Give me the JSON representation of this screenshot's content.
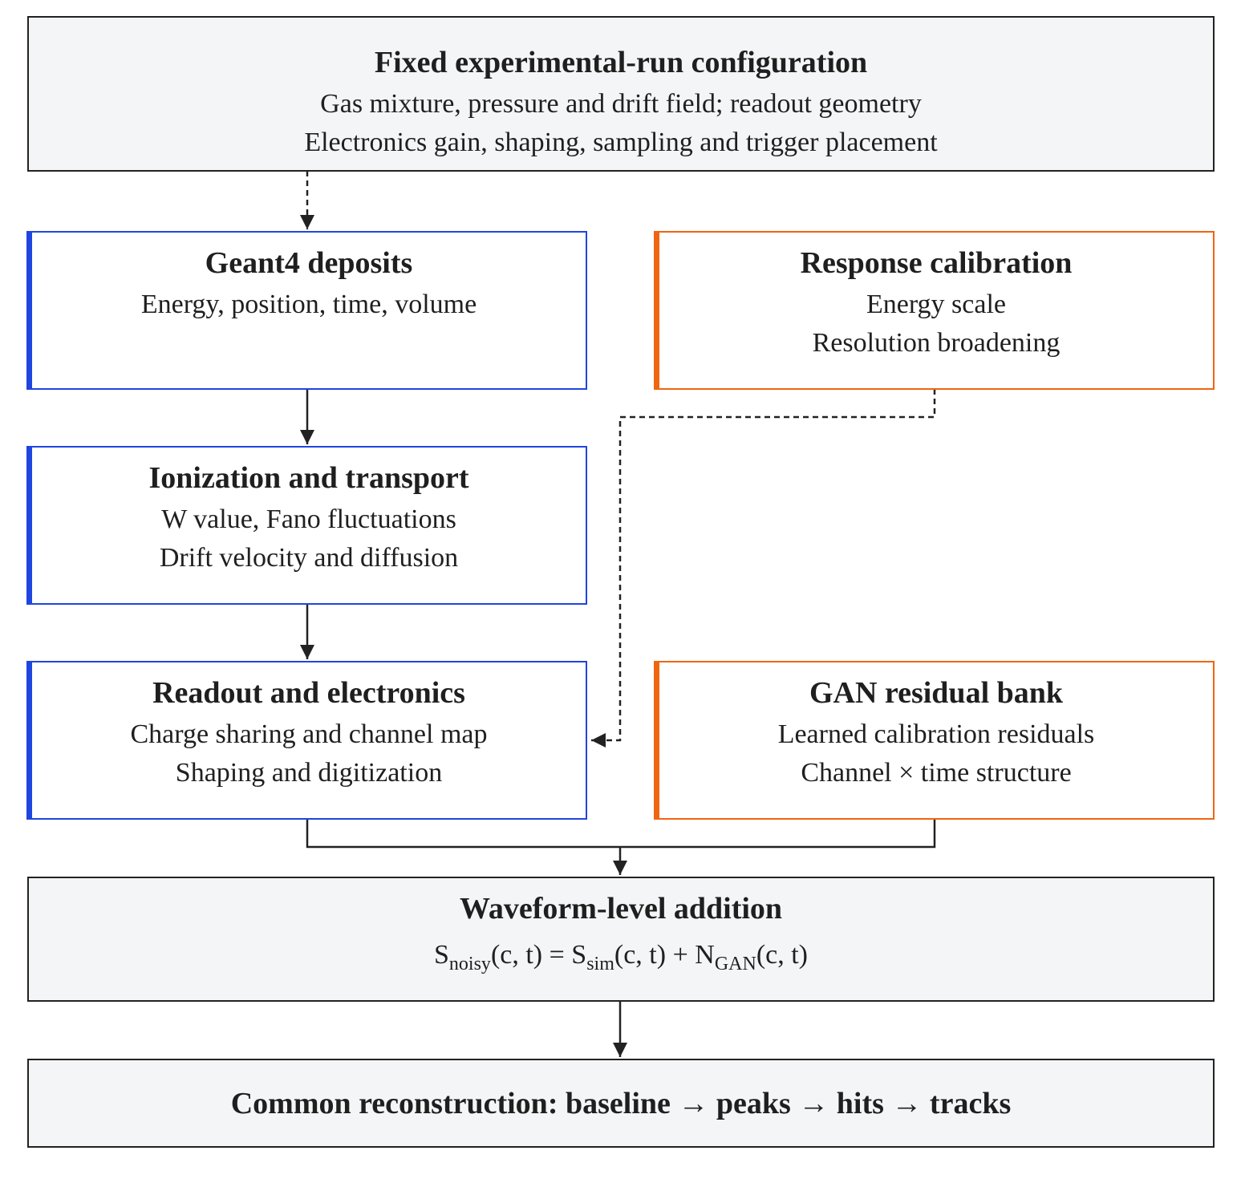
{
  "config": {
    "title": "Fixed experimental-run configuration",
    "lines": [
      "Gas mixture, pressure and drift field; readout geometry",
      "Electronics gain, shaping, sampling and trigger placement"
    ]
  },
  "geant4": {
    "title": "Geant4 deposits",
    "lines": [
      "Energy, position, time, volume"
    ]
  },
  "response": {
    "title": "Response calibration",
    "lines": [
      "Energy scale",
      "Resolution broadening"
    ]
  },
  "ionization": {
    "title": "Ionization and transport",
    "lines": [
      "W value, Fano fluctuations",
      "Drift velocity and diffusion"
    ]
  },
  "readout": {
    "title": "Readout and electronics",
    "lines": [
      "Charge sharing and channel map",
      "Shaping and digitization"
    ]
  },
  "gan": {
    "title": "GAN residual bank",
    "lines": [
      "Learned calibration residuals",
      "Channel × time structure"
    ]
  },
  "addition": {
    "title": "Waveform-level addition",
    "formula": {
      "s": "S",
      "noisy_sub": "noisy",
      "arg1": "(c, t) = S",
      "sim_sub": "sim",
      "arg2": "(c, t) + N",
      "gan_sub": "GAN",
      "arg3": "(c, t)"
    }
  },
  "reco": {
    "title": "Common reconstruction: baseline → peaks → hits → tracks"
  },
  "colors": {
    "blue": "#1f45e0",
    "orange": "#f0650f",
    "gray_fill": "#f4f5f7",
    "line": "#222222"
  }
}
